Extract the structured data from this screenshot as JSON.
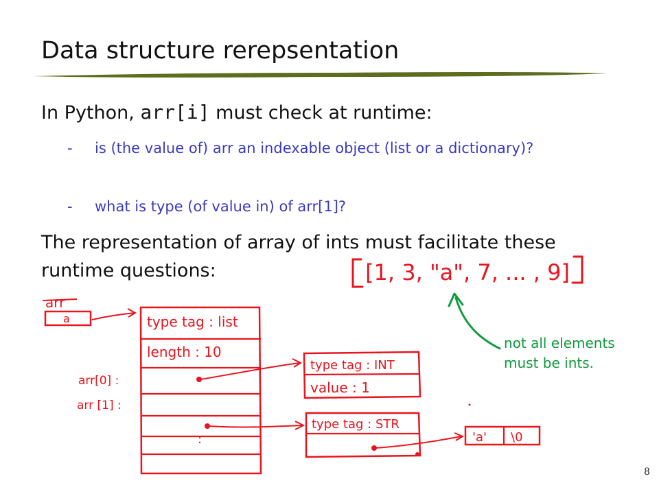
{
  "slide": {
    "title": "Data structure rerepsentation",
    "intro_prefix": "In Python, ",
    "intro_code": "arr[i]",
    "intro_suffix": " must check at runtime:",
    "bullets": [
      {
        "dash": "-",
        "text": "is (the value of) arr an indexable object (list or a dictionary)?"
      },
      {
        "dash": "-",
        "text": "what is type (of value in) of arr[1]?"
      }
    ],
    "paragraph": "The representation of array of ints must facilitate these runtime questions:",
    "page_number": "8"
  },
  "annotations": {
    "array_literal": "[1, 3, \"a\", 7, ... , 9]",
    "note_line1": "not all elements",
    "note_line2": "must be ints.",
    "var_label": "arr",
    "var_cell": "a",
    "list_tag": "type tag : list",
    "list_length": "length : 10",
    "idx0_label": "arr[0] :",
    "idx1_label": "arr [1] :",
    "ellipsis": ":",
    "int_tag": "type tag : INT",
    "int_value": "value : 1",
    "str_tag": "type tag : STR",
    "str_char": "'a'",
    "str_term": "\\0"
  },
  "colors": {
    "text": "#111111",
    "bullet_text": "#3a3ac0",
    "title_rule": "#5c6e1e",
    "ink_red": "#e8141e",
    "ink_green": "#0f9a3c"
  }
}
